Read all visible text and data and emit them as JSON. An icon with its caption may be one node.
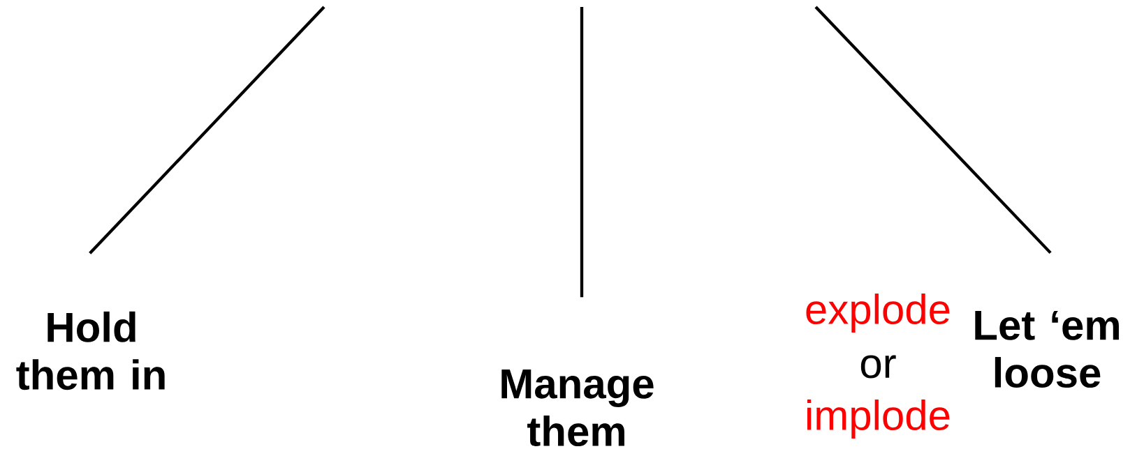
{
  "diagram": {
    "nodes": [
      {
        "text": [
          "Hold them in"
        ]
      },
      {
        "text": [
          "Manage them"
        ]
      },
      {
        "text": [
          "Let ‘em loose"
        ]
      }
    ],
    "edges": [
      {
        "from": null,
        "to": 0,
        "arrow": "none"
      },
      {
        "from": null,
        "to": 1,
        "arrow": "none"
      },
      {
        "from": null,
        "to": 2,
        "arrow": "none"
      }
    ],
    "labels": [
      "explode",
      "or",
      "implode"
    ]
  }
}
